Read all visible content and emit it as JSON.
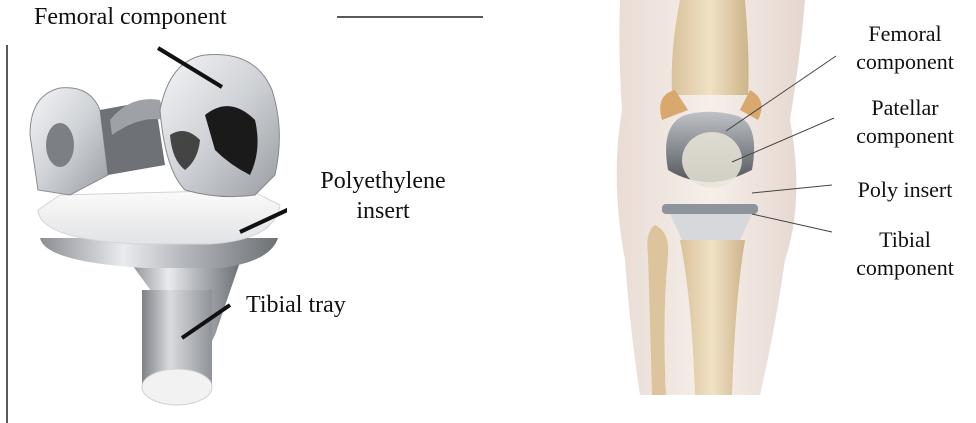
{
  "left": {
    "labels": {
      "femoral": "Femoral component",
      "poly": [
        "Polyethylene",
        "insert"
      ],
      "tibial": "Tibial tray"
    }
  },
  "right": {
    "labels": {
      "femoral": [
        "Femoral",
        "component"
      ],
      "patellar": [
        "Patellar",
        "component"
      ],
      "poly": "Poly insert",
      "tibial": [
        "Tibial",
        "component"
      ]
    }
  }
}
